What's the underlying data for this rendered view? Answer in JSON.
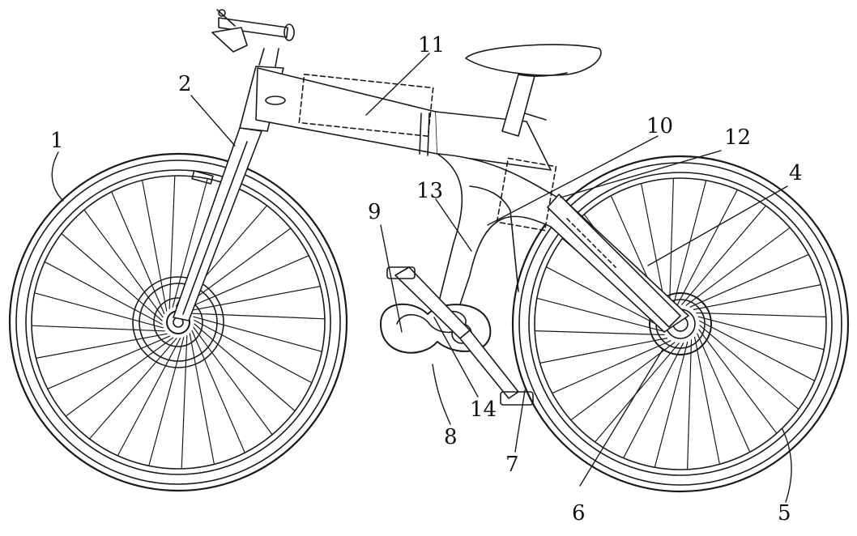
{
  "labels": [
    {
      "id": "1",
      "text": "1"
    },
    {
      "id": "2",
      "text": "2"
    },
    {
      "id": "4",
      "text": "4"
    },
    {
      "id": "5",
      "text": "5"
    },
    {
      "id": "6",
      "text": "6"
    },
    {
      "id": "7",
      "text": "7"
    },
    {
      "id": "8",
      "text": "8"
    },
    {
      "id": "9",
      "text": "9"
    },
    {
      "id": "10",
      "text": "10"
    },
    {
      "id": "11",
      "text": "11"
    },
    {
      "id": "12",
      "text": "12"
    },
    {
      "id": "13",
      "text": "13"
    },
    {
      "id": "14",
      "text": "14"
    }
  ],
  "colors": {
    "line": "#1a1a1a",
    "background": "#ffffff"
  }
}
